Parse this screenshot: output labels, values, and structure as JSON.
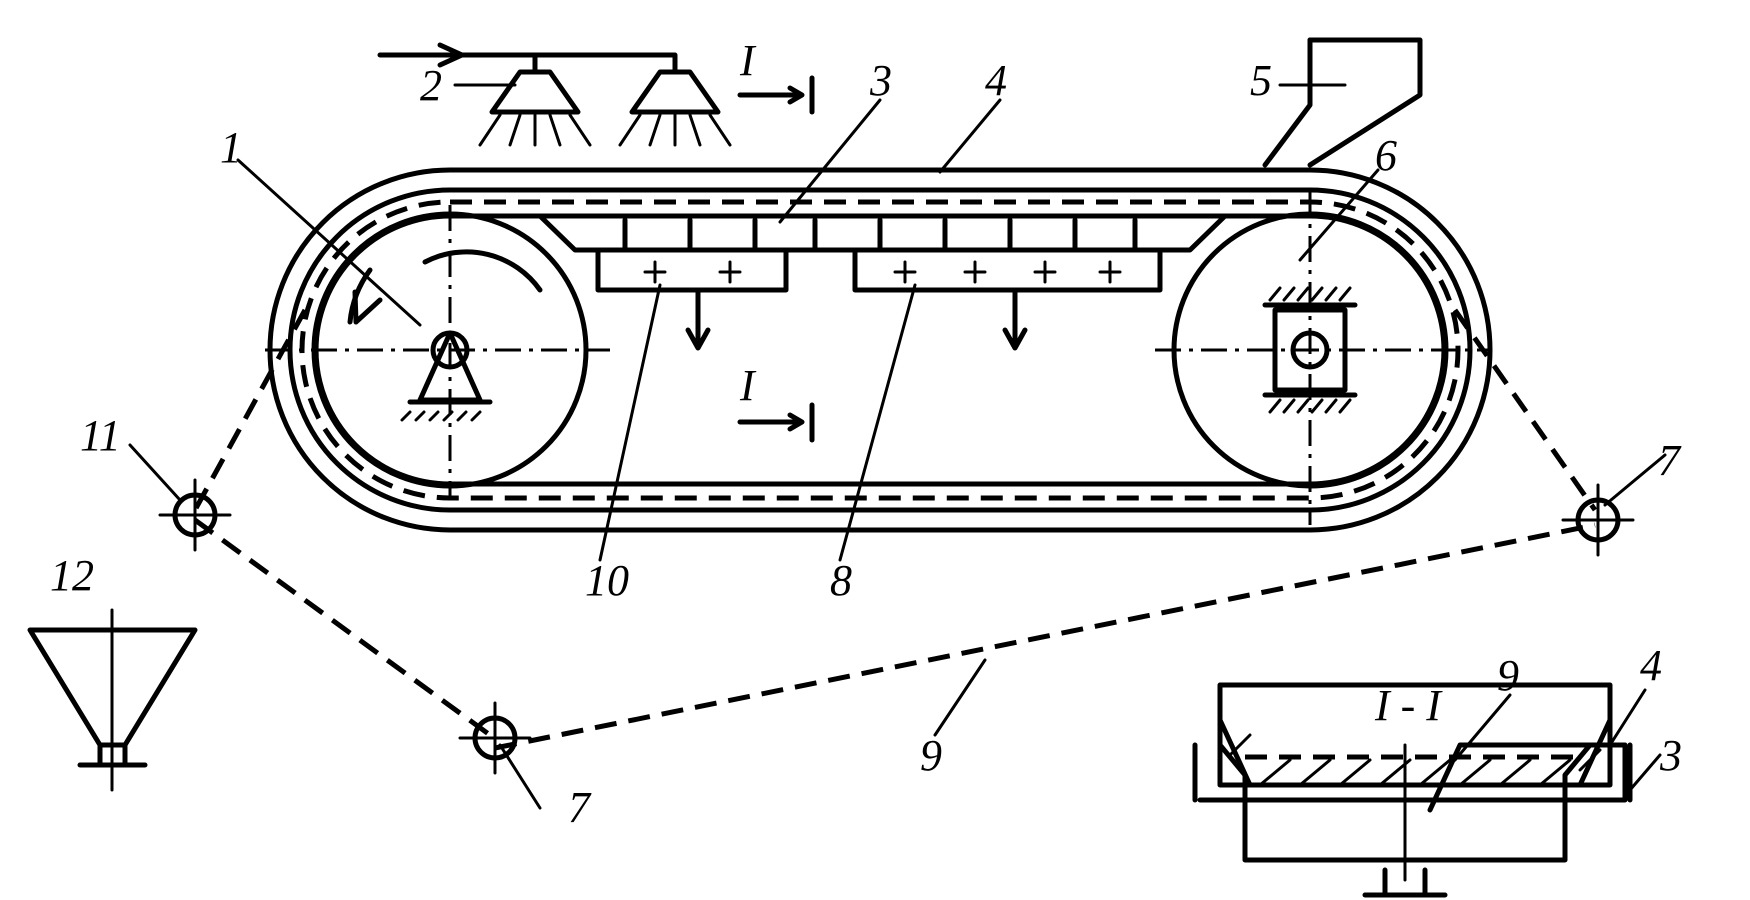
{
  "labels": {
    "drive_drum": "1",
    "spray_nozzles": "2",
    "trough": "3",
    "belt": "4",
    "hopper": "5",
    "tension_drum": "6",
    "roller": "7",
    "vacuum_chamber_main": "8",
    "filter_cloth": "9",
    "vacuum_chamber_first": "10",
    "guide_roller": "11",
    "collector": "12",
    "section_arrow": "I",
    "section_title": "I - I"
  }
}
